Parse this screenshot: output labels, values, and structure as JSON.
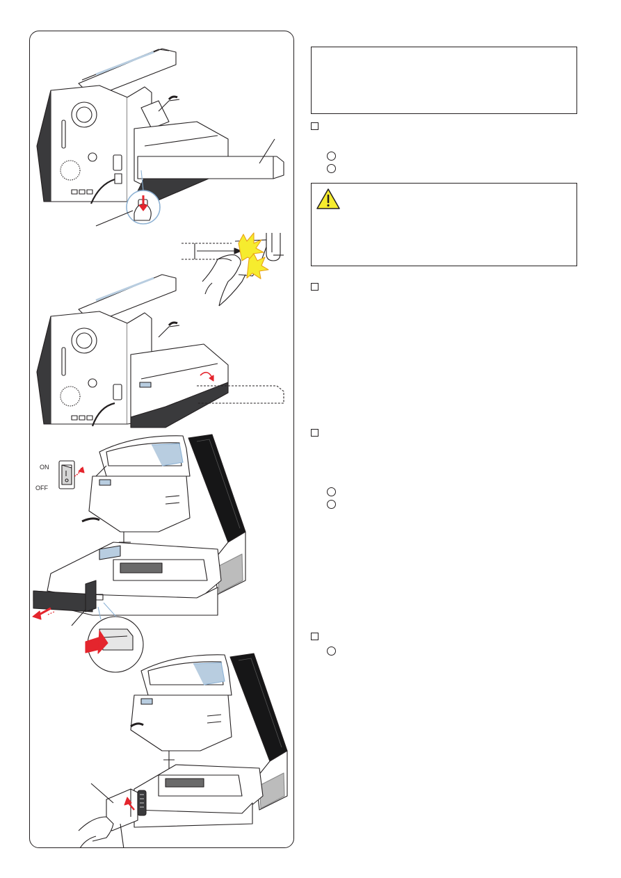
{
  "figures": {
    "switch_on_label": "ON",
    "switch_off_label": "OFF"
  },
  "text_column": {
    "sections": [
      {
        "id": "s1",
        "step_marker": "",
        "items": [
          "",
          ""
        ]
      },
      {
        "id": "s2",
        "step_marker": "",
        "items": []
      },
      {
        "id": "s3",
        "step_marker": "",
        "items": [
          "",
          ""
        ]
      },
      {
        "id": "s4",
        "step_marker": "",
        "items": [
          ""
        ]
      }
    ]
  },
  "colors": {
    "ink": "#231f20",
    "warning_yellow": "#f6ec2e",
    "arrow_red": "#e4252d",
    "dark_gray": "#3a3a3c",
    "light_blue": "#b8cde0"
  }
}
